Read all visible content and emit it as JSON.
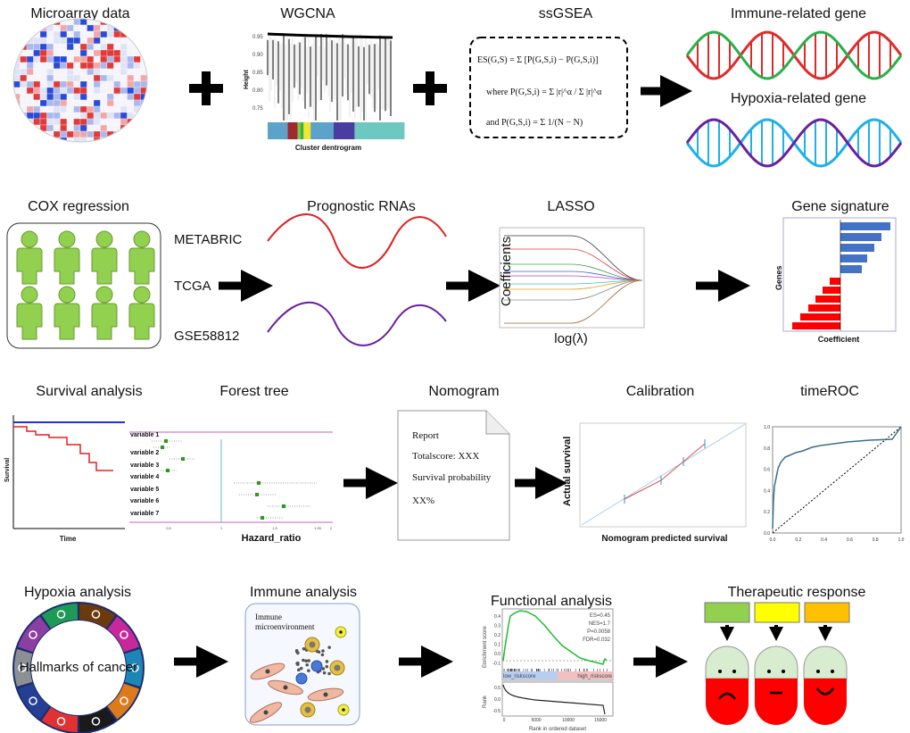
{
  "row1": {
    "microarray_title": "Microarray data",
    "wgcna_title": "WGCNA",
    "wgcna_ylabel": "Height",
    "wgcna_xlabel": "Cluster dentrogram",
    "wgcna_yticks": [
      "0.95",
      "0.90",
      "0.85",
      "0.80",
      "0.75"
    ],
    "ssgsea_title": "ssGSEA",
    "formula_line1": "ES(G,S) = Σ [P(G,S,i) − P(G,S,i)]",
    "formula_line2": "where P(G,S,i) = Σ |r|^α / Σ |r|^α",
    "formula_line3": "and P(G,S,i) = Σ 1/(N − N)",
    "immune_gene_title": "Immune-related gene",
    "hypoxia_gene_title": "Hypoxia-related gene"
  },
  "row2": {
    "cox_title": "COX regression",
    "datasets": [
      "METABRIC",
      "TCGA",
      "GSE58812"
    ],
    "prognostic_title": "Prognostic RNAs",
    "lasso_title": "LASSO",
    "lasso_ylabel": "Coefficients",
    "lasso_xlabel": "log(λ)",
    "signature_title": "Gene signature",
    "signature_ylabel": "Genes",
    "signature_xlabel": "Coefficient"
  },
  "row3": {
    "survival_title": "Survival analysis",
    "survival_ylabel": "Survival",
    "survival_xlabel": "Time",
    "forest_title": "Forest tree",
    "forest_variables": [
      "variable 1",
      "variable 2",
      "variable 3",
      "variable 4",
      "variable 5",
      "variable 6",
      "variable 7"
    ],
    "forest_xticks": [
      "0.5",
      "1",
      "1.5",
      "1.95",
      "2"
    ],
    "forest_xlabel": "Hazard_ratio",
    "nomogram_title": "Nomogram",
    "nomogram_lines": [
      "Report",
      "Totalscore: XXX",
      "Survival probability",
      "XX%"
    ],
    "calibration_title": "Calibration",
    "calibration_ylabel": "Actual survival",
    "calibration_xlabel": "Nomogram predicted survival",
    "timeroc_title": "timeROC",
    "roc_ticks": [
      "0.0",
      "0.2",
      "0.4",
      "0.6",
      "0.8",
      "1.0"
    ]
  },
  "row4": {
    "hypoxia_title": "Hypoxia analysis",
    "hallmarks_label": "Hallmarks of cancer",
    "hallmark_colors": [
      "#6b3a0e",
      "#c8289a",
      "#1e86b4",
      "#dd7a1c",
      "#1a1a1a",
      "#e03232",
      "#243f94",
      "#8c9094",
      "#8b3fa2",
      "#1d9a55"
    ],
    "immune_title": "Immune analysis",
    "immune_label_1": "Immune",
    "immune_label_2": "microenvironment",
    "functional_title": "Functional analysis",
    "gsea_stats": [
      "ES=0.45",
      "NES=1.7",
      "P=0.0058",
      "FDR=0.032"
    ],
    "gsea_ylabel": "Enrichment score",
    "gsea_yticks": [
      "0.4",
      "0.3",
      "0.2",
      "0.1",
      "0.0",
      "-0.1"
    ],
    "gsea_low": "low_riskscore",
    "gsea_high": "high_riskscore",
    "rank_ylabel": "Rank",
    "rank_yticks": [
      "0.5",
      "0.0",
      "-0.5"
    ],
    "gsea_xticks": [
      "0",
      "5000",
      "10000",
      "15000"
    ],
    "gsea_xlabel": "Rank in ordered dataset",
    "therapeutic_title": "Therapeutic response",
    "drug_colors": [
      "#92d050",
      "#ffff00",
      "#ffc000"
    ]
  }
}
